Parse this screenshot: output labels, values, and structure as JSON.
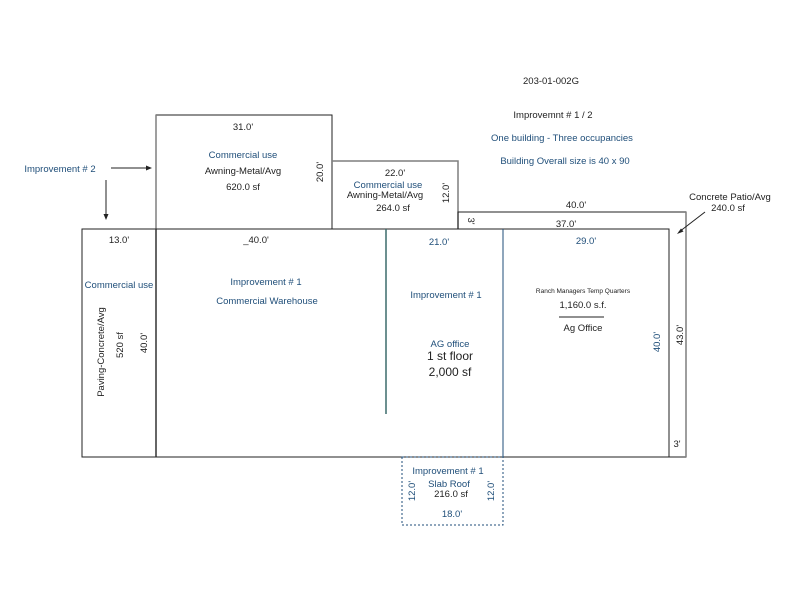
{
  "header": {
    "parcel_id": "203-01-002G",
    "improvement_title": "Improvemnt # 1 / 2",
    "occupancy_note": "One building - Three occupancies",
    "overall_size_note": "Building Overall size is 40 x 90"
  },
  "pointer_label": "Improvement # 2",
  "colors": {
    "line": "#222222",
    "label_blue": "#1f4e79",
    "gray_line": "#7f7f7f"
  },
  "awning_1": {
    "width_dim": "31.0'",
    "height_dim": "20.0'",
    "use": "Commercial use",
    "material": "Awning-Metal/Avg",
    "area": "620.0 sf"
  },
  "awning_2": {
    "width_dim": "22.0'",
    "height_dim": "12.0'",
    "use": "Commercial use",
    "material": "Awning-Metal/Avg",
    "area": "264.0 sf"
  },
  "patio": {
    "outer_width_dim": "40.0'",
    "inner_width_dim": "37.0'",
    "side_dim_left": "3'",
    "side_dim_right": "3'",
    "height_dim": "43.0'",
    "label": "Concrete Patio/Avg",
    "area": "240.0 sf"
  },
  "paving": {
    "width_dim": "13.0'",
    "use": "Commercial use",
    "material": "Paving-Concrete/Avg",
    "area": "520 sf",
    "height_dim": "40.0'"
  },
  "warehouse": {
    "width_dim": "_40.0'",
    "improvement": "Improvement # 1",
    "type": "Commercial Warehouse"
  },
  "ag_office": {
    "width_dim": "21.0'",
    "improvement": "Improvement # 1",
    "name": "AG office",
    "floor": "1 st floor",
    "area": "2,000 sf"
  },
  "quarters": {
    "width_dim": "29.0'",
    "name": "Ranch Managers Temp Quarters",
    "area": "1,160.0 s.f.",
    "use": "Ag Office",
    "height_dim": "40.0'"
  },
  "slab": {
    "improvement": "Improvement # 1",
    "type": "Slab Roof",
    "area": "216.0 sf",
    "left_dim": "12.0'",
    "right_dim": "12.0'",
    "width_dim": "18.0'"
  }
}
